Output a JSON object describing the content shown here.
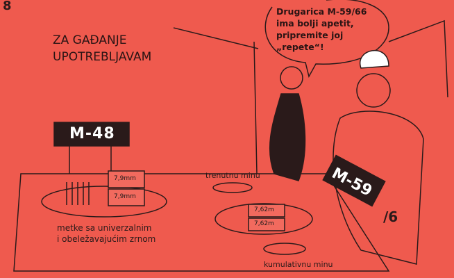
{
  "page_number": "8",
  "title": [
    "ZA GAĐANJE",
    "UPOTREBLJAVAM"
  ],
  "speech_bubble": [
    "Drugarica M-59/66",
    "ima bolji apetit,",
    "pripremite joj",
    "„repete“!"
  ],
  "captions": {
    "left_plate": [
      "metke sa univerzalnim",
      "i obeležavajućim zrnom"
    ],
    "top_item": "trenutnu minu",
    "bottom_item": "kumulativnu minu"
  },
  "labels": {
    "sign_left": "M-48",
    "sign_right": "M-59",
    "sign_right_suffix": "/6",
    "box_left_1": "7,9mm",
    "box_left_2": "7,9mm",
    "box_right_1": "7,62m",
    "box_right_2": "7,62m"
  },
  "colors": {
    "background": "#ef5a4e",
    "ink": "#2a1a1a"
  }
}
